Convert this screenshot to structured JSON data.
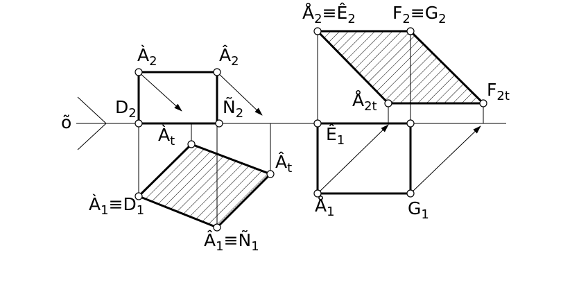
{
  "axis_label": "õ",
  "labels": {
    "a2_left": {
      "base": "À",
      "sub": "2"
    },
    "a2_right": {
      "base": "Â",
      "sub": "2"
    },
    "d2": {
      "base": "D",
      "sub": "2"
    },
    "n2": {
      "base": "Ñ",
      "sub": "2"
    },
    "at_left": {
      "base": "À",
      "sub": "t"
    },
    "at_right": {
      "base": "Â",
      "sub": "t"
    },
    "a1d1": {
      "base1": "À",
      "sub1": "1",
      "eq": "≡",
      "base2": "D",
      "sub2": "1"
    },
    "a1n1": {
      "base1": "Â",
      "sub1": "1",
      "eq": "≡",
      "base2": "Ñ",
      "sub2": "1"
    },
    "a2e2": {
      "base1": "Å",
      "sub1": "2",
      "eq": "≡",
      "base2": "Ê",
      "sub2": "2"
    },
    "f2g2": {
      "base1": "F",
      "sub1": "2",
      "eq": "≡",
      "base2": "G",
      "sub2": "2"
    },
    "f2t": {
      "base": "F",
      "sub": "2t"
    },
    "a2t": {
      "base": "Å",
      "sub": "2t"
    },
    "e1": {
      "base": "Ê",
      "sub": "1"
    },
    "a1": {
      "base": "Å",
      "sub": "1"
    },
    "g1": {
      "base": "G",
      "sub": "1"
    }
  }
}
